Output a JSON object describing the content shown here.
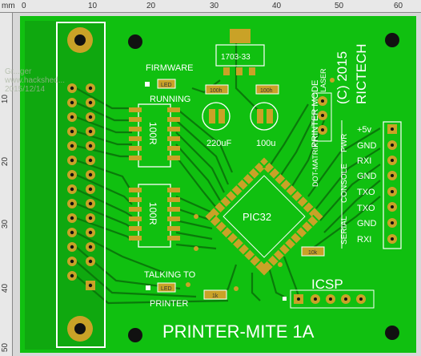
{
  "ruler": {
    "unit": "mm",
    "top_ticks": [
      "0",
      "10",
      "20",
      "30",
      "40",
      "50",
      "60"
    ],
    "left_ticks": [
      "10",
      "20",
      "30",
      "40",
      "50"
    ]
  },
  "watermark": [
    "Gr...ger",
    "www.hackshed...",
    "2015/12/14"
  ],
  "board": {
    "firmware_label": "FIRMWARE",
    "running_label": "RUNNING",
    "led_label": "LED",
    "reg_label": "1703-33",
    "res_label": "100h",
    "cap1_label": "220uF",
    "cap2_label": "100u",
    "ic1_label": "100R",
    "ic2_label": "100R",
    "mode_label": "PRINTER MODE",
    "laser_label": "LASER",
    "dotmatrix_label": "DOT-MATRIX",
    "copyright": "(C) 2015",
    "company": "RICTECH",
    "pwr_label": "PWR",
    "console_label": "CONSOLE",
    "serial_label": "SERIAL",
    "pins": [
      "+5v",
      "GND",
      "RXI",
      "GND",
      "TXO",
      "TXO",
      "GND",
      "RXI"
    ],
    "mcu_label": "PIC32",
    "res10k": "10k",
    "talking1": "TALKING TO",
    "talking2": "PRINTER",
    "res1k": "1k",
    "icsp_label": "ICSP",
    "product": "PRINTER-MITE 1A"
  },
  "colors": {
    "board": "#10c010",
    "trace": "#0a7a0a",
    "pad": "#c9a227",
    "silk": "#ffffff"
  }
}
